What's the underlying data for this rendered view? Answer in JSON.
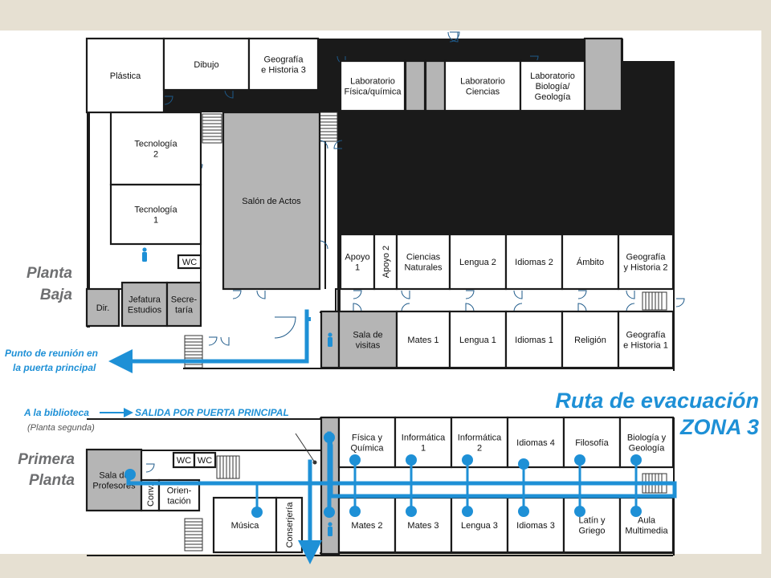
{
  "floors": {
    "ground": [
      "Planta",
      "Baja"
    ],
    "first": [
      "Primera",
      "Planta"
    ]
  },
  "title": [
    "Ruta de evacuación",
    "ZONA 3"
  ],
  "notes": {
    "meeting_point": [
      "Punto de reunión en",
      "la puerta principal"
    ],
    "library": "A la biblioteca",
    "library_sub": "(Planta segunda)",
    "main_exit": "SALIDA POR PUERTA PRINCIPAL"
  },
  "ground_rooms": [
    {
      "key": "plastica",
      "lines": [
        "Plástica"
      ],
      "gray": false
    },
    {
      "key": "dibujo",
      "lines": [
        "Dibujo"
      ],
      "gray": false
    },
    {
      "key": "geohist3",
      "lines": [
        "Geografía",
        "e Historia 3"
      ],
      "gray": false
    },
    {
      "key": "labfq",
      "lines": [
        "Laboratorio",
        "Física/química"
      ],
      "gray": false
    },
    {
      "key": "labcien",
      "lines": [
        "Laboratorio",
        "Ciencias"
      ],
      "gray": false
    },
    {
      "key": "labbio",
      "lines": [
        "Laboratorio",
        "Biología/",
        "Geología"
      ],
      "gray": false
    },
    {
      "key": "tec2",
      "lines": [
        "Tecnología",
        "2"
      ],
      "gray": false
    },
    {
      "key": "tec1",
      "lines": [
        "Tecnología",
        "1"
      ],
      "gray": false
    },
    {
      "key": "salon",
      "lines": [
        "Salón de Actos"
      ],
      "gray": true
    },
    {
      "key": "wc",
      "lines": [
        "WC"
      ],
      "gray": false
    },
    {
      "key": "dir",
      "lines": [
        "Dir."
      ],
      "gray": true
    },
    {
      "key": "jefatura",
      "lines": [
        "Jefatura",
        "Estudios"
      ],
      "gray": true
    },
    {
      "key": "secretaria",
      "lines": [
        "Secre-",
        "taría"
      ],
      "gray": true
    },
    {
      "key": "apoyo1",
      "lines": [
        "Apoyo",
        "1"
      ],
      "gray": false
    },
    {
      "key": "apoyo2",
      "lines": [
        "Apoyo 2"
      ],
      "gray": false
    },
    {
      "key": "cnat",
      "lines": [
        "Ciencias",
        "Naturales"
      ],
      "gray": false
    },
    {
      "key": "lengua2",
      "lines": [
        "Lengua 2"
      ],
      "gray": false
    },
    {
      "key": "idiomas2",
      "lines": [
        "Idiomas 2"
      ],
      "gray": false
    },
    {
      "key": "ambito",
      "lines": [
        "Ámbito"
      ],
      "gray": false
    },
    {
      "key": "geohist2",
      "lines": [
        "Geografía",
        "y Historia 2"
      ],
      "gray": false
    },
    {
      "key": "visitas",
      "lines": [
        "Sala de",
        "visitas"
      ],
      "gray": true
    },
    {
      "key": "mates1",
      "lines": [
        "Mates 1"
      ],
      "gray": false
    },
    {
      "key": "lengua1",
      "lines": [
        "Lengua 1"
      ],
      "gray": false
    },
    {
      "key": "idiomas1",
      "lines": [
        "Idiomas 1"
      ],
      "gray": false
    },
    {
      "key": "religion",
      "lines": [
        "Religión"
      ],
      "gray": false
    },
    {
      "key": "geohist1",
      "lines": [
        "Geografía",
        "e Historia 1"
      ],
      "gray": false
    }
  ],
  "first_rooms": [
    {
      "key": "profesores",
      "lines": [
        "Sala de",
        "Profesores"
      ],
      "gray": true
    },
    {
      "key": "wc_a",
      "lines": [
        "WC"
      ],
      "gray": false
    },
    {
      "key": "wc_b",
      "lines": [
        "WC"
      ],
      "gray": false
    },
    {
      "key": "conv",
      "lines": [
        "Conv."
      ],
      "gray": false
    },
    {
      "key": "orientacion",
      "lines": [
        "Orien-",
        "tación"
      ],
      "gray": false
    },
    {
      "key": "musica",
      "lines": [
        "Música"
      ],
      "gray": false
    },
    {
      "key": "conserjeria",
      "lines": [
        "Conserjería"
      ],
      "gray": false
    },
    {
      "key": "fisquim",
      "lines": [
        "Física y",
        "Química"
      ],
      "gray": false
    },
    {
      "key": "info1",
      "lines": [
        "Informática",
        "1"
      ],
      "gray": false
    },
    {
      "key": "info2",
      "lines": [
        "Informática",
        "2"
      ],
      "gray": false
    },
    {
      "key": "idiomas4",
      "lines": [
        "Idiomas 4"
      ],
      "gray": false
    },
    {
      "key": "filosofia",
      "lines": [
        "Filosofía"
      ],
      "gray": false
    },
    {
      "key": "biogeo",
      "lines": [
        "Biología y",
        "Geología"
      ],
      "gray": false
    },
    {
      "key": "mates2",
      "lines": [
        "Mates 2"
      ],
      "gray": false
    },
    {
      "key": "mates3",
      "lines": [
        "Mates 3"
      ],
      "gray": false
    },
    {
      "key": "lengua3",
      "lines": [
        "Lengua 3"
      ],
      "gray": false
    },
    {
      "key": "idiomas3",
      "lines": [
        "Idiomas 3"
      ],
      "gray": false
    },
    {
      "key": "latin",
      "lines": [
        "Latín y",
        "Griego"
      ],
      "gray": false
    },
    {
      "key": "aula",
      "lines": [
        "Aula",
        "Multimedia"
      ],
      "gray": false
    }
  ],
  "colors": {
    "route": "#1e90d6",
    "gray_room": "#b5b5b5",
    "label_gray": "#6d6e70"
  },
  "icons": [
    "person-icon",
    "stairs-icon",
    "door-icon",
    "arrow-icon"
  ]
}
